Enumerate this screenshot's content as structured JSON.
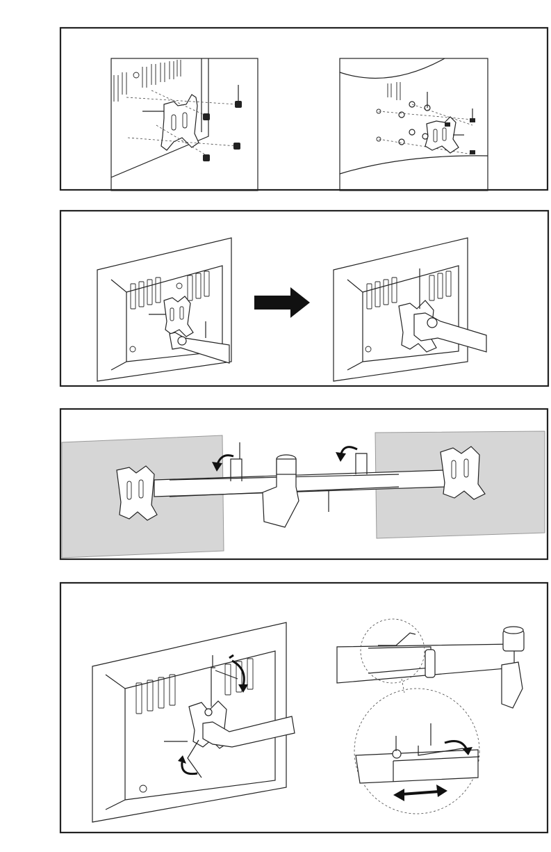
{
  "panels": [
    {
      "id": "step-1",
      "content": "vesa-plate-screw-attachment",
      "views": 2
    },
    {
      "id": "step-2",
      "content": "plate-hook-onto-arm",
      "views": 2
    },
    {
      "id": "step-3",
      "content": "dual-arm-clamp-assembly",
      "views": 1
    },
    {
      "id": "step-4",
      "content": "tilt-and-extension-adjustment",
      "views": 2
    }
  ],
  "icons": {
    "arrow": "right-arrow-icon",
    "rotate": "curved-arrow-icon",
    "extend": "double-arrow-icon"
  },
  "colors": {
    "line": "#222222",
    "monitor_fill": "#d6d6d6",
    "background": "#ffffff"
  }
}
